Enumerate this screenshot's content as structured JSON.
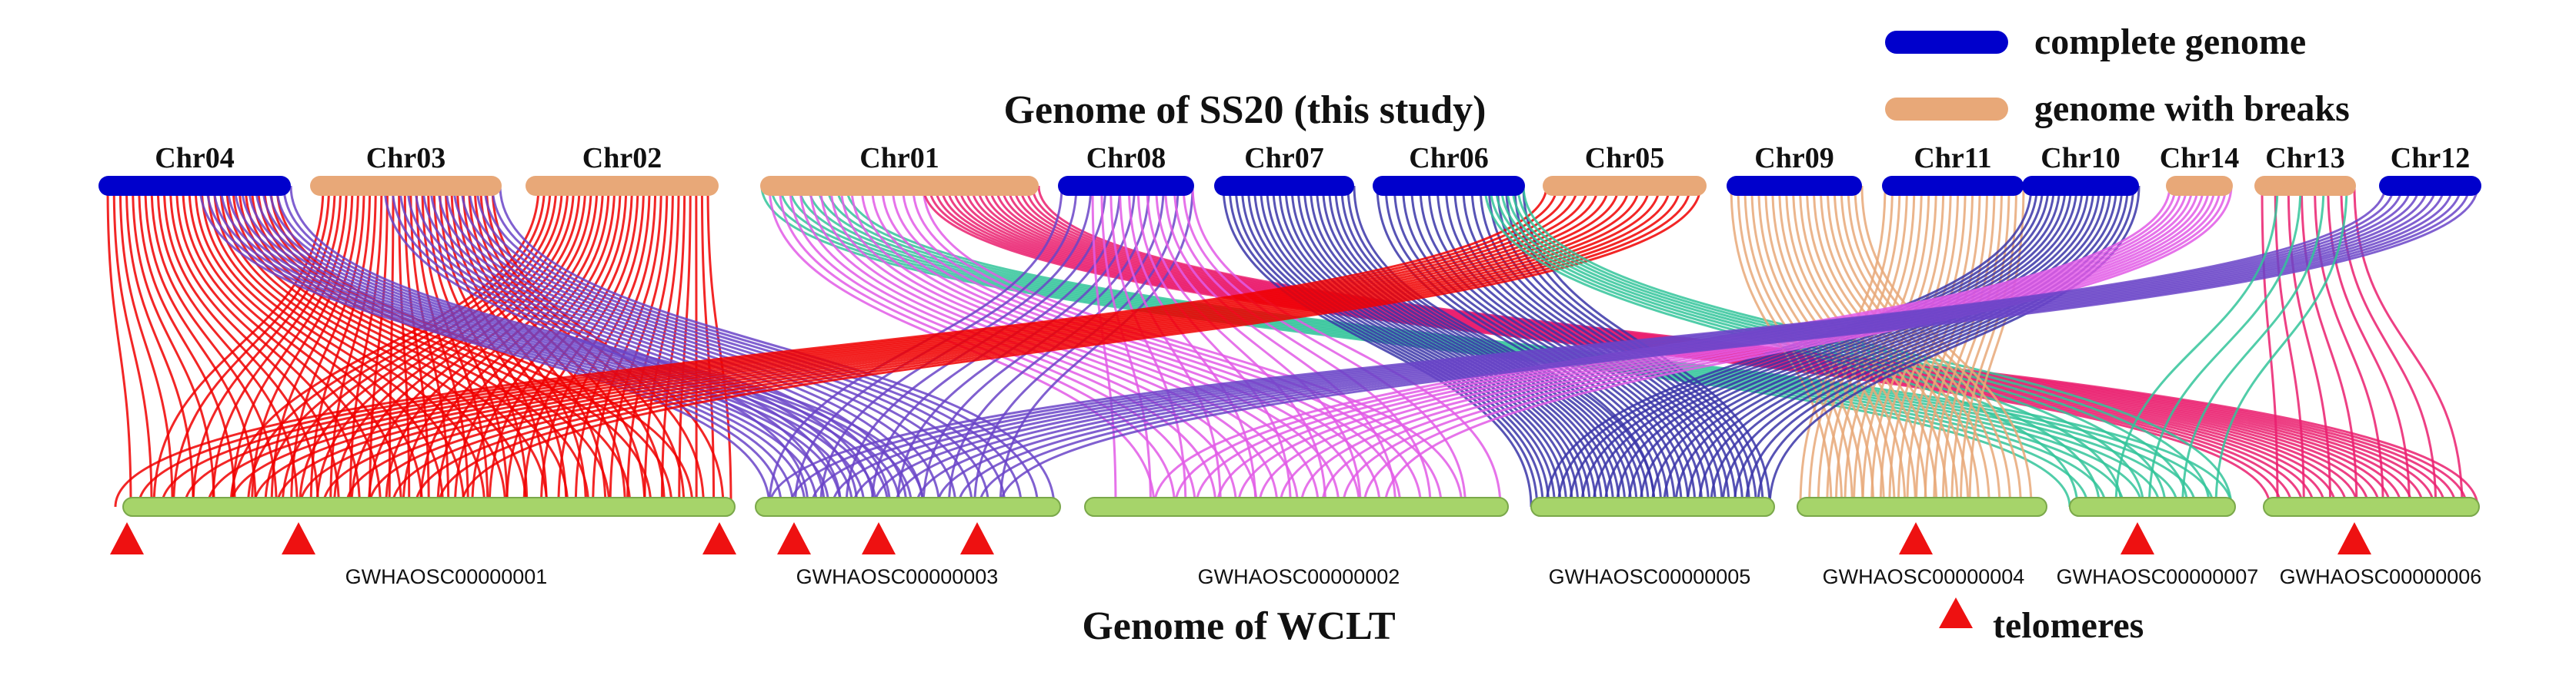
{
  "top_title": "Genome of SS20 (this study)",
  "bottom_title": "Genome of WCLT",
  "legend": {
    "complete_label": "complete genome",
    "complete_color": "#0000cc",
    "breaks_label": "genome with breaks",
    "breaks_color": "#e8a878",
    "telomeres_label": "telomeres",
    "telomere_color": "#ee1111"
  },
  "query_genome": {
    "chromosomes": [
      {
        "name": "Chr04",
        "status": "complete"
      },
      {
        "name": "Chr03",
        "status": "breaks"
      },
      {
        "name": "Chr02",
        "status": "breaks"
      },
      {
        "name": "Chr01",
        "status": "breaks"
      },
      {
        "name": "Chr08",
        "status": "complete"
      },
      {
        "name": "Chr07",
        "status": "complete"
      },
      {
        "name": "Chr06",
        "status": "complete"
      },
      {
        "name": "Chr05",
        "status": "breaks"
      },
      {
        "name": "Chr09",
        "status": "complete"
      },
      {
        "name": "Chr11",
        "status": "complete"
      },
      {
        "name": "Chr10",
        "status": "complete"
      },
      {
        "name": "Chr14",
        "status": "breaks"
      },
      {
        "name": "Chr13",
        "status": "breaks"
      },
      {
        "name": "Chr12",
        "status": "complete"
      }
    ]
  },
  "reference_genome": {
    "bar_color": "#a6d46a",
    "scaffolds": [
      {
        "name": "GWHAOSC00000001",
        "telomeres": 3
      },
      {
        "name": "GWHAOSC00000003",
        "telomeres": 3
      },
      {
        "name": "GWHAOSC00000002",
        "telomeres": 0
      },
      {
        "name": "GWHAOSC00000005",
        "telomeres": 0
      },
      {
        "name": "GWHAOSC00000004",
        "telomeres": 1
      },
      {
        "name": "GWHAOSC00000007",
        "telomeres": 1
      },
      {
        "name": "GWHAOSC00000006",
        "telomeres": 1
      }
    ]
  },
  "synteny_colors": {
    "red": "#f00000",
    "purple": "#6a44c8",
    "teal": "#33c49a",
    "magenta": "#e25ae6",
    "pink": "#ea1f6e",
    "navy": "#3a35a8",
    "tan": "#e8a878"
  }
}
